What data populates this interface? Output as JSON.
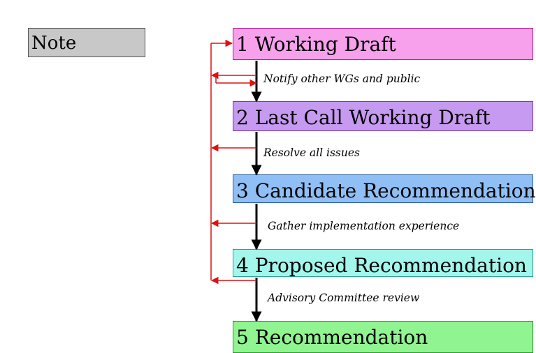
{
  "note": {
    "label": "Note"
  },
  "stages": [
    {
      "label": "1 Working Draft"
    },
    {
      "label": "2 Last Call Working Draft"
    },
    {
      "label": "3 Candidate Recommendation"
    },
    {
      "label": "4 Proposed Recommendation"
    },
    {
      "label": "5 Recommendation"
    }
  ],
  "transitions": [
    {
      "label": "Notify other WGs and public"
    },
    {
      "label": "Resolve all issues"
    },
    {
      "label": "Gather implementation experience"
    },
    {
      "label": "Advisory Committee review"
    }
  ],
  "colors": {
    "stage1": "#f7a0ec",
    "stage2": "#c69af0",
    "stage3": "#90bff5",
    "stage4": "#a2f6ec",
    "stage5": "#90f590",
    "note": "#c8c8c8",
    "feedback_arrow": "#e01010",
    "flow_arrow": "#000000"
  }
}
